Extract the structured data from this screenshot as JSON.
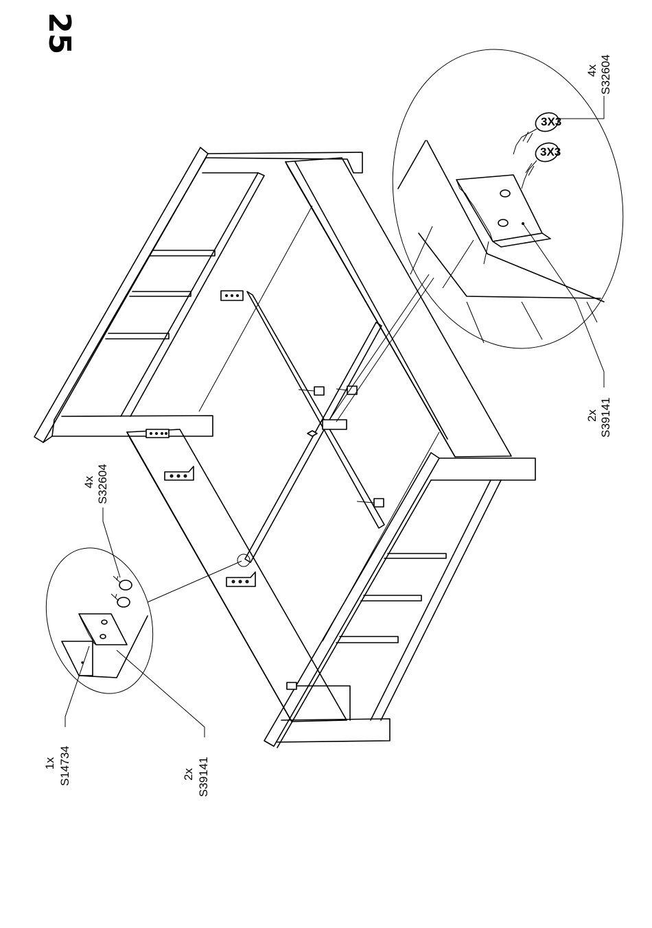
{
  "step_number": "25",
  "callouts": {
    "top_right": {
      "screw": {
        "qty": "4x",
        "part": "S32604"
      },
      "bracket": {
        "qty": "2x",
        "part": "S39141"
      },
      "screw_head_mark": "3X3"
    },
    "left": {
      "screw": {
        "qty": "4x",
        "part": "S32604"
      },
      "support": {
        "qty": "1x",
        "part": "S14734"
      },
      "bracket": {
        "qty": "2x",
        "part": "S39141"
      }
    }
  }
}
